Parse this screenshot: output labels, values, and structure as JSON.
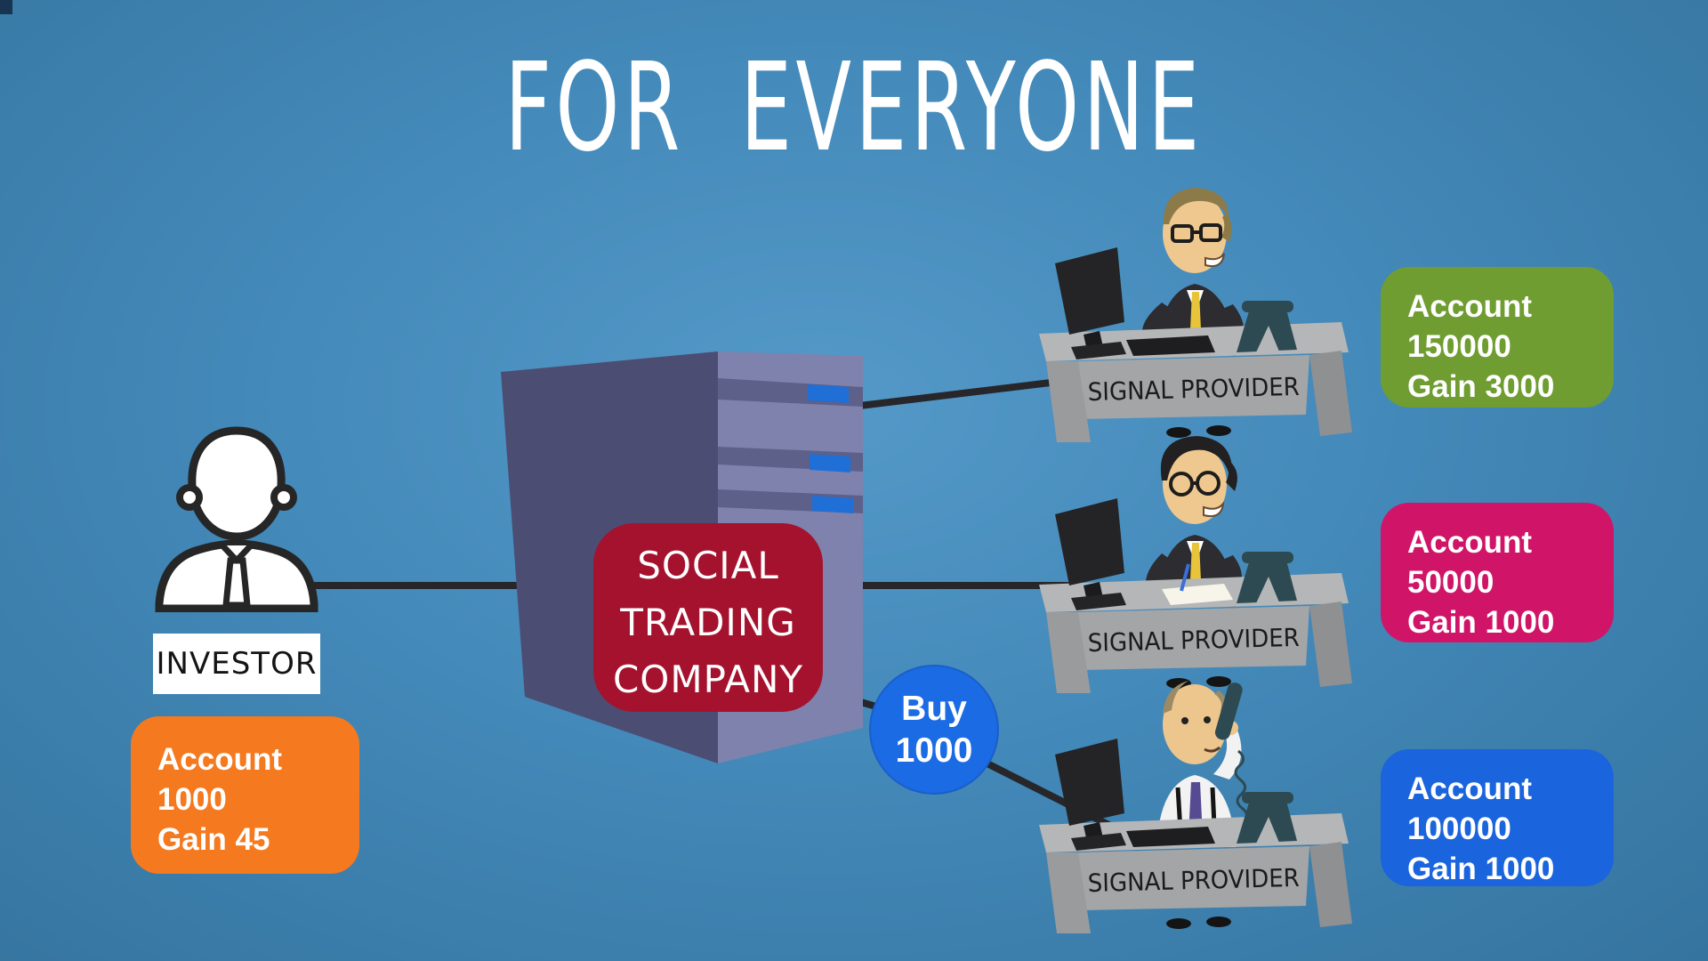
{
  "title": "FOR EVERYONE",
  "investor": {
    "label": "INVESTOR",
    "account": {
      "line1": "Account",
      "line2": "1000",
      "line3": "Gain 45"
    }
  },
  "company": {
    "line1": "SOCIAL",
    "line2": "TRADING",
    "line3": "COMPANY"
  },
  "buy_badge": {
    "line1": "Buy",
    "line2": "1000"
  },
  "providers": [
    {
      "desk_label": "SIGNAL PROVIDER",
      "account": {
        "line1": "Account",
        "line2": "150000",
        "line3": "Gain 3000"
      }
    },
    {
      "desk_label": "SIGNAL PROVIDER",
      "account": {
        "line1": "Account",
        "line2": "50000",
        "line3": "Gain 1000"
      }
    },
    {
      "desk_label": "SIGNAL PROVIDER",
      "account": {
        "line1": "Account",
        "line2": "100000",
        "line3": "Gain 1000"
      }
    }
  ],
  "colors": {
    "background_center": "#5499c8",
    "background_edge": "#35749f",
    "investor_box": "#f5791f",
    "provider_box_1": "#6f9d31",
    "provider_box_2": "#d01568",
    "provider_box_3": "#1a64dd",
    "buy_badge": "#1a6be4",
    "company_badge": "#a5122e",
    "connector_line": "#27272b"
  }
}
